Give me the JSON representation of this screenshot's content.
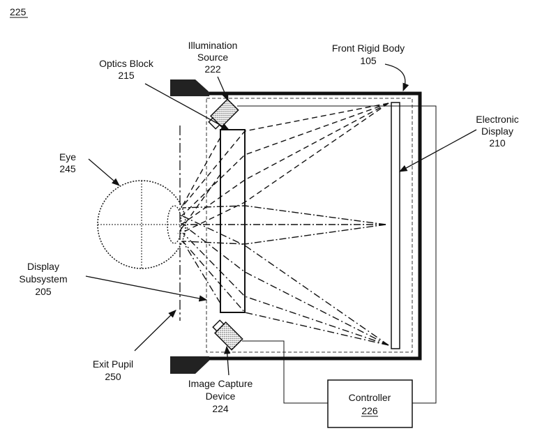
{
  "figure_number": "225",
  "labels": {
    "front_rigid_body": {
      "name": "Front Rigid Body",
      "ref": "105"
    },
    "illumination_source": {
      "line1": "Illumination",
      "line2": "Source",
      "ref": "222"
    },
    "optics_block": {
      "name": "Optics Block",
      "ref": "215"
    },
    "electronic_display": {
      "line1": "Electronic",
      "line2": "Display",
      "ref": "210"
    },
    "eye": {
      "name": "Eye",
      "ref": "245"
    },
    "display_subsystem": {
      "line1": "Display",
      "line2": "Subsystem",
      "ref": "205"
    },
    "exit_pupil": {
      "name": "Exit Pupil",
      "ref": "250"
    },
    "image_capture_device": {
      "line1": "Image Capture",
      "line2": "Device",
      "ref": "224"
    },
    "controller": {
      "name": "Controller",
      "ref": "226"
    }
  },
  "colors": {
    "ink": "#111111",
    "dark_fill": "#222222",
    "background": "#ffffff"
  }
}
